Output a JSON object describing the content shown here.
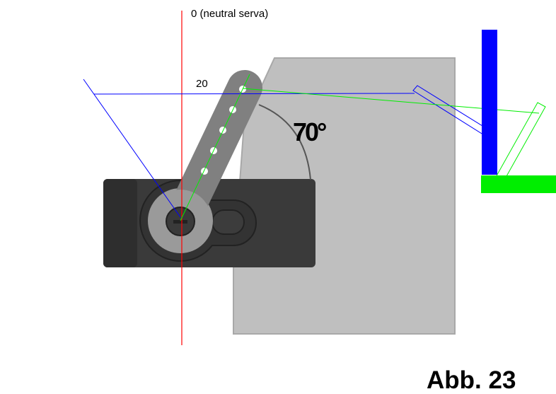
{
  "labels": {
    "neutral": "0 (neutral serva)",
    "position_20": "20",
    "angle": "70°",
    "figure": "Abb. 23"
  },
  "colors": {
    "reference_line": "#ff0000",
    "position_blue": "#0000ff",
    "position_green": "#00ee00",
    "plate": "#bfbfbf",
    "servo_body": "#3a3a3a",
    "servo_arm": "#808080"
  }
}
